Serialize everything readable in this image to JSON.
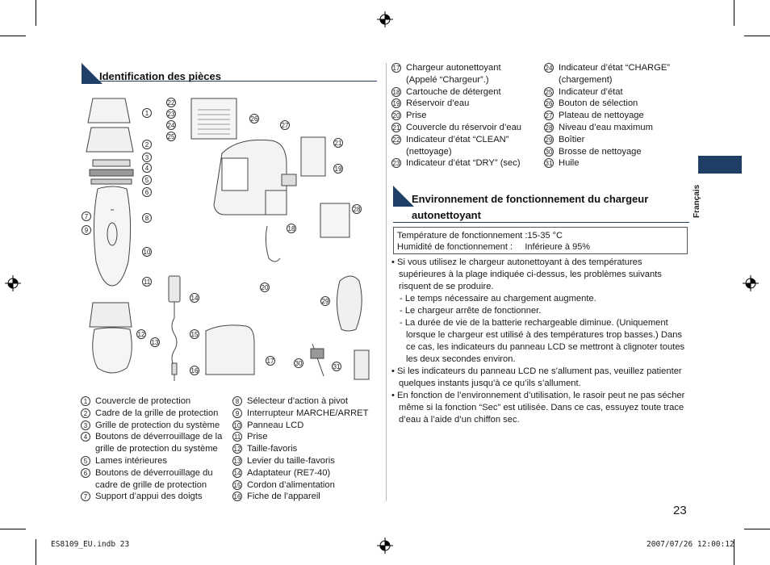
{
  "section_parts": {
    "title": "Identification des pièces",
    "left_items": [
      {
        "n": "1",
        "label": "Couvercle de protection"
      },
      {
        "n": "2",
        "label": "Cadre de la grille de protection"
      },
      {
        "n": "3",
        "label": "Grille de protection du système"
      },
      {
        "n": "4",
        "label": "Boutons de déverrouillage de la grille de protection du système"
      },
      {
        "n": "5",
        "label": "Lames intérieures"
      },
      {
        "n": "6",
        "label": "Boutons de déverrouillage du cadre de grille de protection"
      },
      {
        "n": "7",
        "label": "Support d’appui des doigts"
      }
    ],
    "mid_items": [
      {
        "n": "8",
        "label": "Sélecteur d’action à pivot"
      },
      {
        "n": "9",
        "label": "Interrupteur MARCHE/ARRET"
      },
      {
        "n": "10",
        "label": "Panneau LCD"
      },
      {
        "n": "11",
        "label": "Prise"
      },
      {
        "n": "12",
        "label": "Taille-favoris"
      },
      {
        "n": "13",
        "label": "Levier du taille-favoris"
      },
      {
        "n": "14",
        "label": "Adaptateur (RE7-40)"
      },
      {
        "n": "15",
        "label": "Cordon d’alimentation"
      },
      {
        "n": "16",
        "label": "Fiche de l’appareil"
      }
    ],
    "right_col1": [
      {
        "n": "17",
        "label": "Chargeur autonettoyant (Appelé “Chargeur”.)"
      },
      {
        "n": "18",
        "label": "Cartouche de détergent"
      },
      {
        "n": "19",
        "label": "Réservoir d’eau"
      },
      {
        "n": "20",
        "label": "Prise"
      },
      {
        "n": "21",
        "label": "Couvercle du réservoir d’eau"
      },
      {
        "n": "22",
        "label": "Indicateur d’état “CLEAN” (nettoyage)"
      },
      {
        "n": "23",
        "label": "Indicateur d’état “DRY” (sec)"
      }
    ],
    "right_col2": [
      {
        "n": "24",
        "label": "Indicateur d’état “CHARGE” (chargement)"
      },
      {
        "n": "25",
        "label": "Indicateur d’état"
      },
      {
        "n": "26",
        "label": "Bouton de sélection"
      },
      {
        "n": "27",
        "label": "Plateau de nettoyage"
      },
      {
        "n": "28",
        "label": "Niveau d’eau maximum"
      },
      {
        "n": "29",
        "label": "Boîtier"
      },
      {
        "n": "30",
        "label": "Brosse de nettoyage"
      },
      {
        "n": "31",
        "label": "Huile"
      }
    ]
  },
  "section_env": {
    "title_line1": "Environnement de fonctionnement du chargeur",
    "title_line2": "autonettoyant",
    "temp_line": "Température de fonctionnement :15-35 °C",
    "hum_label": "Humidité de fonctionnement :",
    "hum_value": "Inférieure à 95%",
    "bullets": [
      {
        "type": "bullet",
        "text": "• Si vous utilisez le chargeur autonettoyant à des températures supérieures à la plage indiquée ci-dessus, les problèmes suivants risquent de se produire."
      },
      {
        "type": "sub",
        "text": "- Le temps nécessaire au chargement augmente."
      },
      {
        "type": "sub",
        "text": "- Le chargeur arrête de fonctionner."
      },
      {
        "type": "sub",
        "text": "- La durée de vie de la batterie rechargeable diminue. (Uniquement lorsque le chargeur est utilisé à des températures trop basses.) Dans ce cas, les indicateurs du panneau LCD se mettront à clignoter toutes les deux secondes environ."
      },
      {
        "type": "bullet",
        "text": "• Si les indicateurs du panneau LCD ne s’allument pas, veuillez patienter quelques instants jusqu’à ce qu’ils s’allument."
      },
      {
        "type": "bullet",
        "text": "• En fonction de l’environnement d’utilisation, le rasoir peut ne pas sécher même si la fonction “Sec” est utilisée. Dans ce cas, essuyez toute trace d’eau à l’aide d’un chiffon sec."
      }
    ]
  },
  "side_language": "Français",
  "page_number": "23",
  "footer": {
    "left": "ES8109_EU.indb   23",
    "right": "2007/07/26   12:00:12"
  },
  "colors": {
    "accent": "#1f3f66"
  }
}
